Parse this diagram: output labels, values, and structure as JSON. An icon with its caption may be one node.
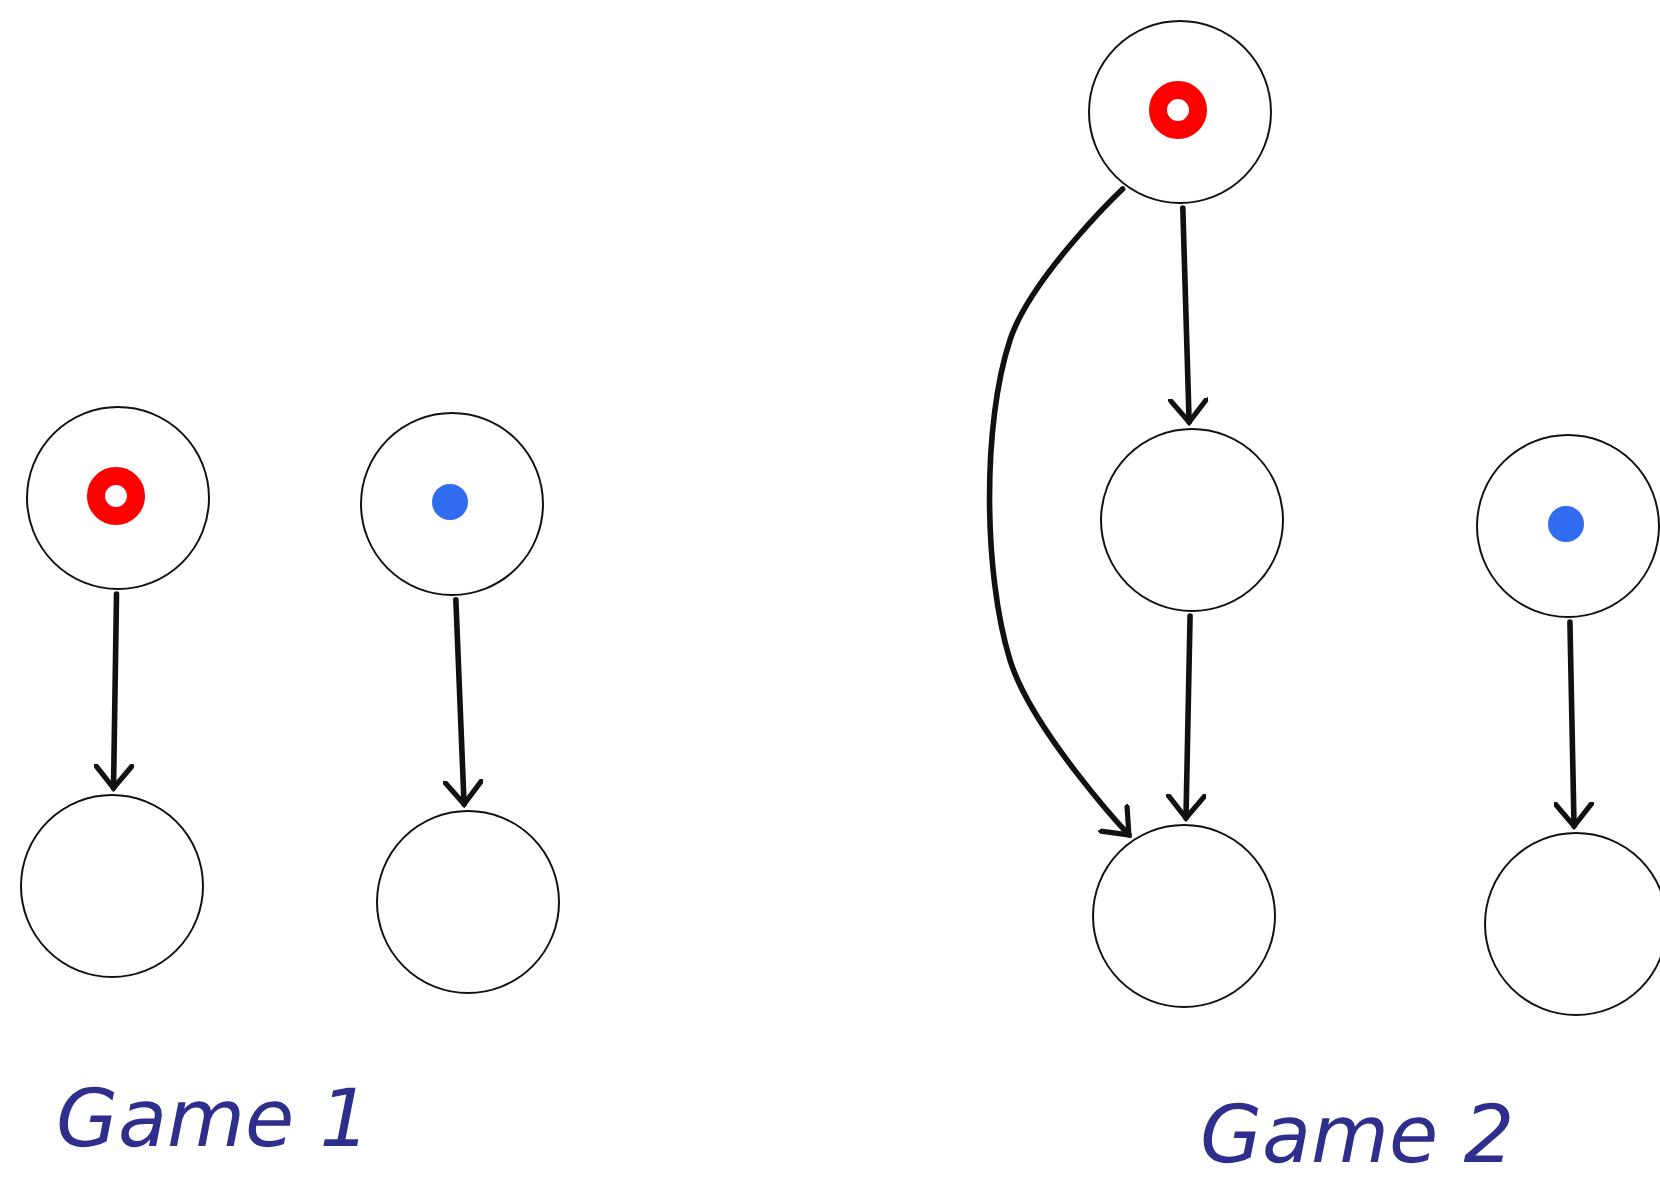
{
  "diagram": {
    "nodes": [
      {
        "text": [],
        "shape": "circle"
      },
      {
        "text": [],
        "shape": "circle"
      },
      {
        "text": [],
        "shape": "circle"
      },
      {
        "text": [],
        "shape": "circle"
      },
      {
        "text": [],
        "shape": "circle"
      },
      {
        "text": [],
        "shape": "circle"
      },
      {
        "text": [],
        "shape": "circle"
      },
      {
        "text": [],
        "shape": "circle"
      },
      {
        "text": [],
        "shape": "circle"
      }
    ],
    "edges": [
      {
        "from": 0,
        "to": 1,
        "arrow": "to"
      },
      {
        "from": 2,
        "to": 3,
        "arrow": "to"
      },
      {
        "from": 4,
        "to": 5,
        "arrow": "to"
      },
      {
        "from": 5,
        "to": 6,
        "arrow": "to"
      },
      {
        "from": 4,
        "to": 6,
        "arrow": "to"
      },
      {
        "from": 7,
        "to": 8,
        "arrow": "to"
      }
    ],
    "labels": [
      "Game 1",
      "Game 2"
    ]
  }
}
